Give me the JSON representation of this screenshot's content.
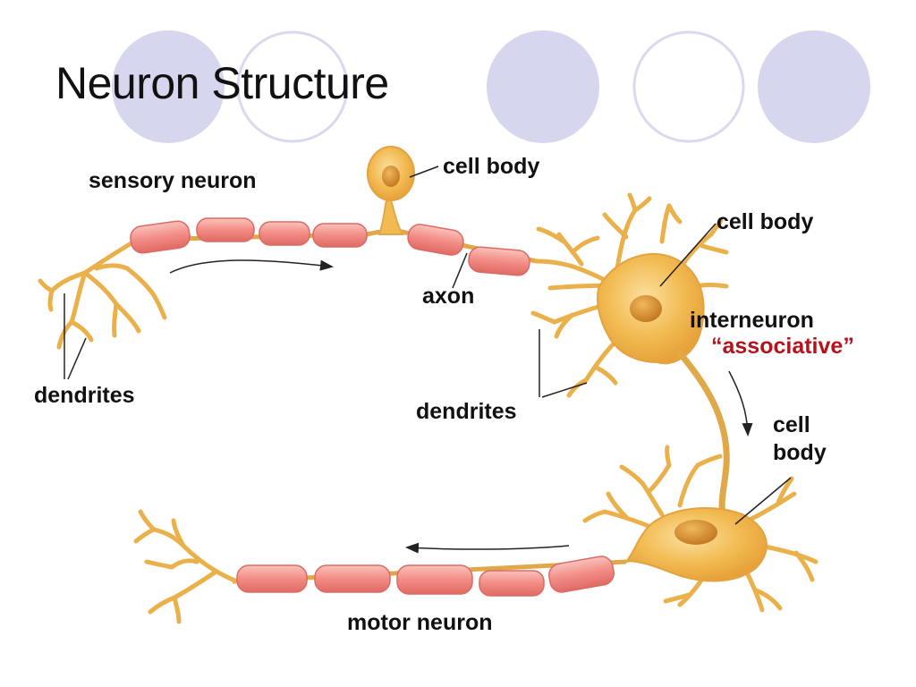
{
  "slide": {
    "title": "Neuron Structure"
  },
  "labels": {
    "sensory_neuron": "sensory neuron",
    "cell_body_top": "cell body",
    "cell_body_right": "cell body",
    "axon": "axon",
    "interneuron": "interneuron",
    "associative": "“associative”",
    "dendrites_left": "dendrites",
    "dendrites_center": "dendrites",
    "cell_body_lower_line1": "cell",
    "cell_body_lower_line2": "body",
    "motor_neuron": "motor neuron"
  },
  "colors": {
    "decor_circle_fill": "#d6d6ee",
    "decor_circle_stroke": "#d9d9ef",
    "neuron_body": "#f2bb52",
    "neuron_nucleus": "#d08a2a",
    "myelin_sheath": "#f28c85",
    "label_text": "#111111",
    "associative_text": "#b5121b"
  }
}
